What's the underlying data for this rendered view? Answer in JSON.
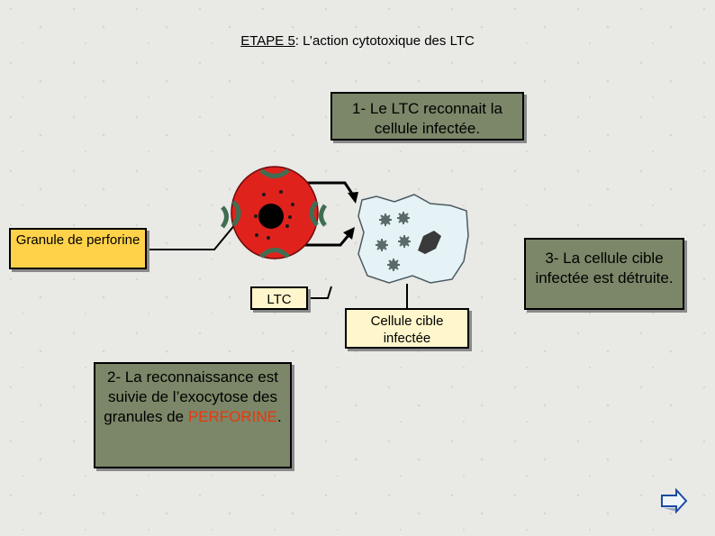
{
  "title": {
    "prefix": "ETAPE 5",
    "rest": ": L’action cytotoxique des LTC"
  },
  "boxes": {
    "step1": "1- Le LTC reconnait la cellule infectée.",
    "step3": "3- La cellule cible infectée est détruite.",
    "step2_text": "2- La reconnaissance est suivie de l’exocytose des granules de",
    "step2_highlight": "PERFORINE",
    "step2_end": "."
  },
  "labels": {
    "granule": "Granule de perforine",
    "ltc": "LTC",
    "cible": "Cellule cible infectée"
  },
  "colors": {
    "ltc_cell": "#e0221d",
    "nucleus": "#000000",
    "target_cell": "#e6f3f6",
    "receptor": "#3f6e52",
    "highlight": "#e8380d"
  },
  "icons": {
    "next": "arrow-right-icon"
  }
}
